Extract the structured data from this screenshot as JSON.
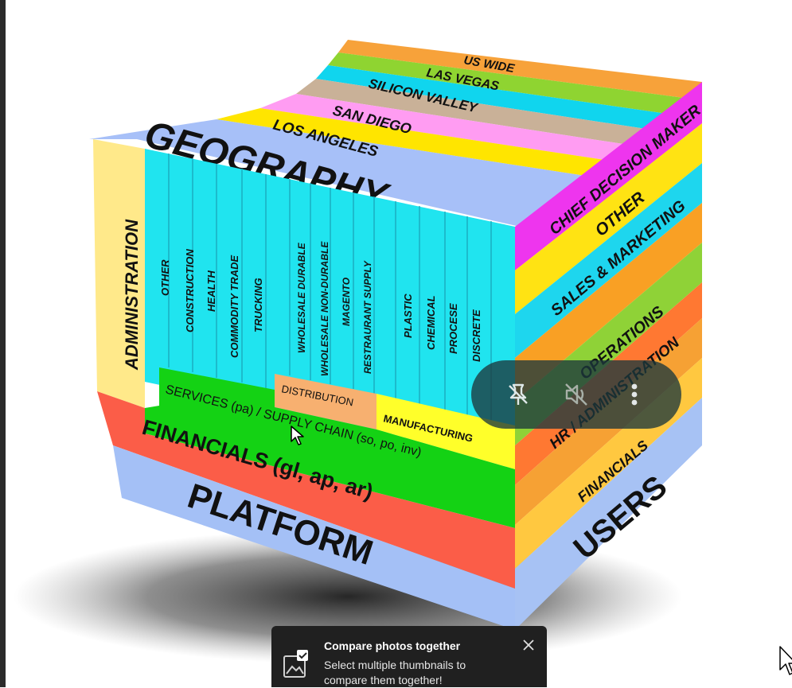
{
  "cube": {
    "top_rows": [
      "US WIDE",
      "LAS VEGAS",
      "SILICON VALLEY",
      "SAN DIEGO",
      "LOS ANGELES"
    ],
    "geography": "GEOGRAPHY",
    "administration": "ADMINISTRATION",
    "industries": [
      "OTHER",
      "CONSTRUCTION",
      "HEALTH",
      "COMMODITY TRADE",
      "TRUCKING",
      "WHOLESALE DURABLE",
      "WHOLESALE NON-DURABLE",
      "MAGENTO",
      "RESTRAURANT SUPPLY",
      "PLASTIC",
      "CHEMICAL",
      "PROCESE",
      "DISCRETE"
    ],
    "distribution": "DISTRIBUTION",
    "manufacturing": "MANUFACTURING",
    "services": "SERVICES (pa) / SUPPLY CHAIN (so, po, inv)",
    "financials": "FINANCIALS (gl, ap, ar)",
    "platform": "PLATFORM",
    "right_rows": [
      "CHIEF DECISION MAKER",
      "OTHER",
      "SALES & MARKETING",
      "OPERATIONS",
      "HR / ADMINISTRATION",
      "FINANCIALS"
    ],
    "users": "USERS"
  },
  "toast": {
    "title": "Compare photos together",
    "body": "Select multiple thumbnails to compare them together!"
  },
  "icons": {
    "unpin": "unpin-icon",
    "mute": "mute-icon",
    "more": "more-icon",
    "compare": "compare-photos-icon",
    "close": "close-icon"
  }
}
